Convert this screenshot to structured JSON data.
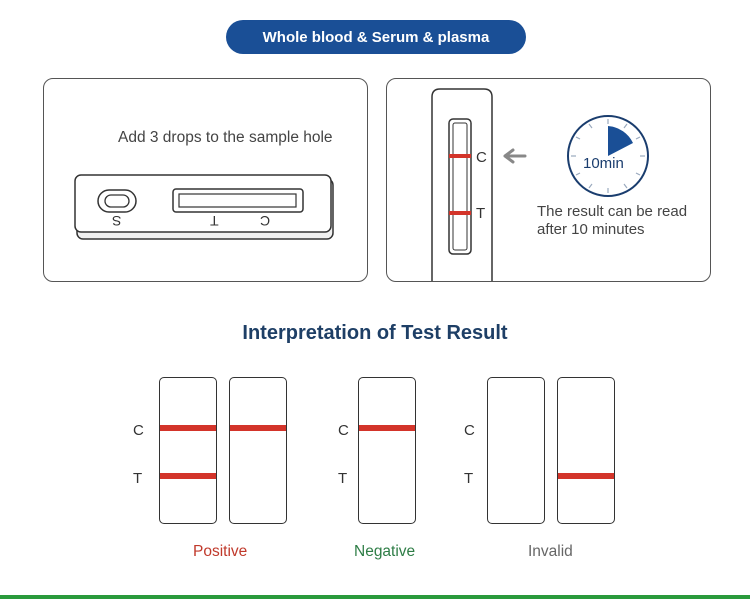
{
  "header": {
    "title": "Whole blood & Serum & plasma"
  },
  "step1": {
    "instruction": "Add 3 drops to the sample hole",
    "labels": {
      "s": "S",
      "t": "T",
      "c": "C"
    }
  },
  "step2": {
    "labels": {
      "c": "C",
      "t": "T"
    },
    "timer": "10min",
    "note_line1": "The result can be read",
    "note_line2": "after 10 minutes"
  },
  "interpretation": {
    "title": "Interpretation of Test Result",
    "c_label": "C",
    "t_label": "T",
    "positive": "Positive",
    "negative": "Negative",
    "invalid": "Invalid"
  },
  "colors": {
    "header_bg": "#1a4f96",
    "test_line": "#d3342a",
    "positive": "#c0392b",
    "negative": "#2e7d46",
    "invalid": "#666666",
    "title": "#1e3f66",
    "bottom_rule": "#2a9a3c"
  }
}
